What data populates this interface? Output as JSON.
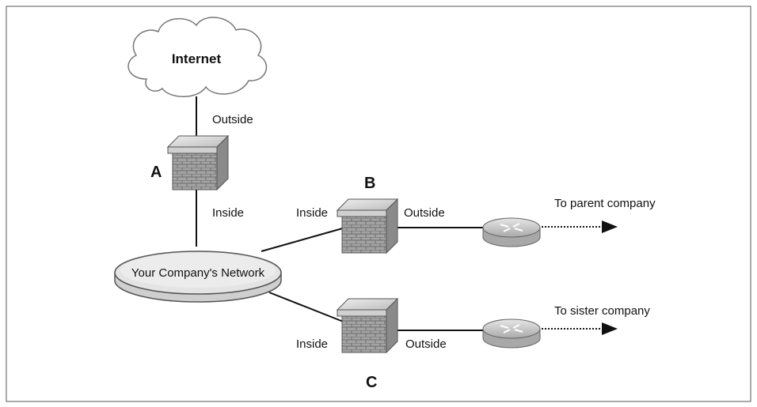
{
  "cloud_label": "Internet",
  "network_label": "Your Company's Network",
  "firewalls": [
    {
      "id": "A",
      "letter": "A",
      "inside": "Inside",
      "outside": "Outside"
    },
    {
      "id": "B",
      "letter": "B",
      "inside": "Inside",
      "outside": "Outside"
    },
    {
      "id": "C",
      "letter": "C",
      "inside": "Inside",
      "outside": "Outside"
    }
  ],
  "destinations": {
    "parent": "To parent company",
    "sister": "To sister company"
  },
  "colors": {
    "line": "#111111",
    "border": "#444444",
    "brick": "#9a9a9a",
    "cap": "#d9d9d9",
    "router": "#c9c9c9"
  }
}
